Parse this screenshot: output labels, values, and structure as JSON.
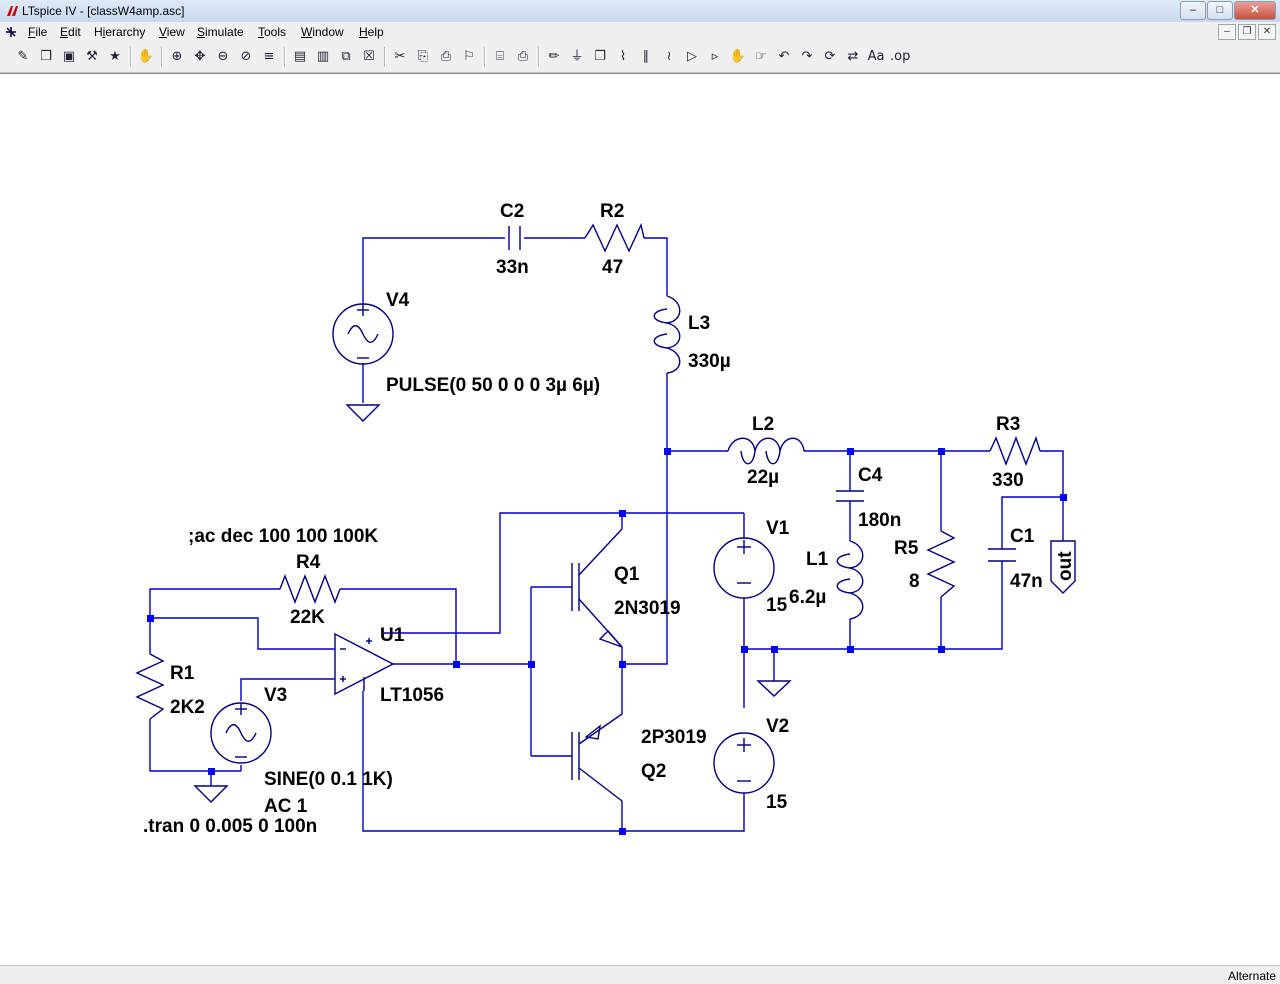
{
  "window": {
    "title": "LTspice IV - [classW4amp.asc]"
  },
  "menu": {
    "items": [
      "File",
      "Edit",
      "Hierarchy",
      "View",
      "Simulate",
      "Tools",
      "Window",
      "Help"
    ]
  },
  "toolbar": {
    "icons": [
      "new-schematic-icon",
      "open-icon",
      "save-icon",
      "control-panel-icon",
      "run-icon",
      "halt-icon",
      "zoom-in-icon",
      "pan-icon",
      "zoom-out-icon",
      "zoom-fit-icon",
      "autorange-icon",
      "tile-vertical-icon",
      "tile-horizontal-icon",
      "cascade-icon",
      "close-window-icon",
      "cut-icon",
      "copy-icon",
      "paste-icon",
      "find-icon",
      "print-setup-icon",
      "print-icon",
      "wire-icon",
      "ground-icon",
      "label-icon",
      "resistor-icon",
      "capacitor-icon",
      "inductor-icon",
      "diode-icon",
      "component-icon",
      "move-icon",
      "drag-icon",
      "undo-icon",
      "redo-icon",
      "rotate-icon",
      "mirror-icon",
      "text-icon",
      "spice-directive-icon"
    ]
  },
  "schematic": {
    "V4": {
      "name": "V4",
      "value": "PULSE(0 50 0 0 0 3µ 6µ)"
    },
    "C2": {
      "name": "C2",
      "value": "33n"
    },
    "R2": {
      "name": "R2",
      "value": "47"
    },
    "L3": {
      "name": "L3",
      "value": "330µ"
    },
    "L2": {
      "name": "L2",
      "value": "22µ"
    },
    "R3": {
      "name": "R3",
      "value": "330"
    },
    "C4": {
      "name": "C4",
      "value": "180n"
    },
    "L1": {
      "name": "L1",
      "value": "6.2µ"
    },
    "R5": {
      "name": "R5",
      "value": "8"
    },
    "C1": {
      "name": "C1",
      "value": "47n"
    },
    "out_label": "out",
    "V1": {
      "name": "V1",
      "value": "15"
    },
    "V2": {
      "name": "V2",
      "value": "15"
    },
    "Q1": {
      "name": "Q1",
      "model": "2N3019"
    },
    "Q2": {
      "name": "Q2",
      "model": "2P3019"
    },
    "U1": {
      "name": "U1",
      "model": "LT1056"
    },
    "R4": {
      "name": "R4",
      "value": "22K"
    },
    "R1": {
      "name": "R1",
      "value": "2K2"
    },
    "V3": {
      "name": "V3",
      "value": "SINE(0 0.1 1K)",
      "ac": "AC 1"
    },
    "ac_directive": ";ac dec 100 100 100K",
    "tran_directive": ".tran 0 0.005 0 100n"
  },
  "colors": {
    "wire": "#0000c0",
    "component": "#000080",
    "junction": "#0000ff"
  },
  "status": {
    "text": "Alternate"
  }
}
